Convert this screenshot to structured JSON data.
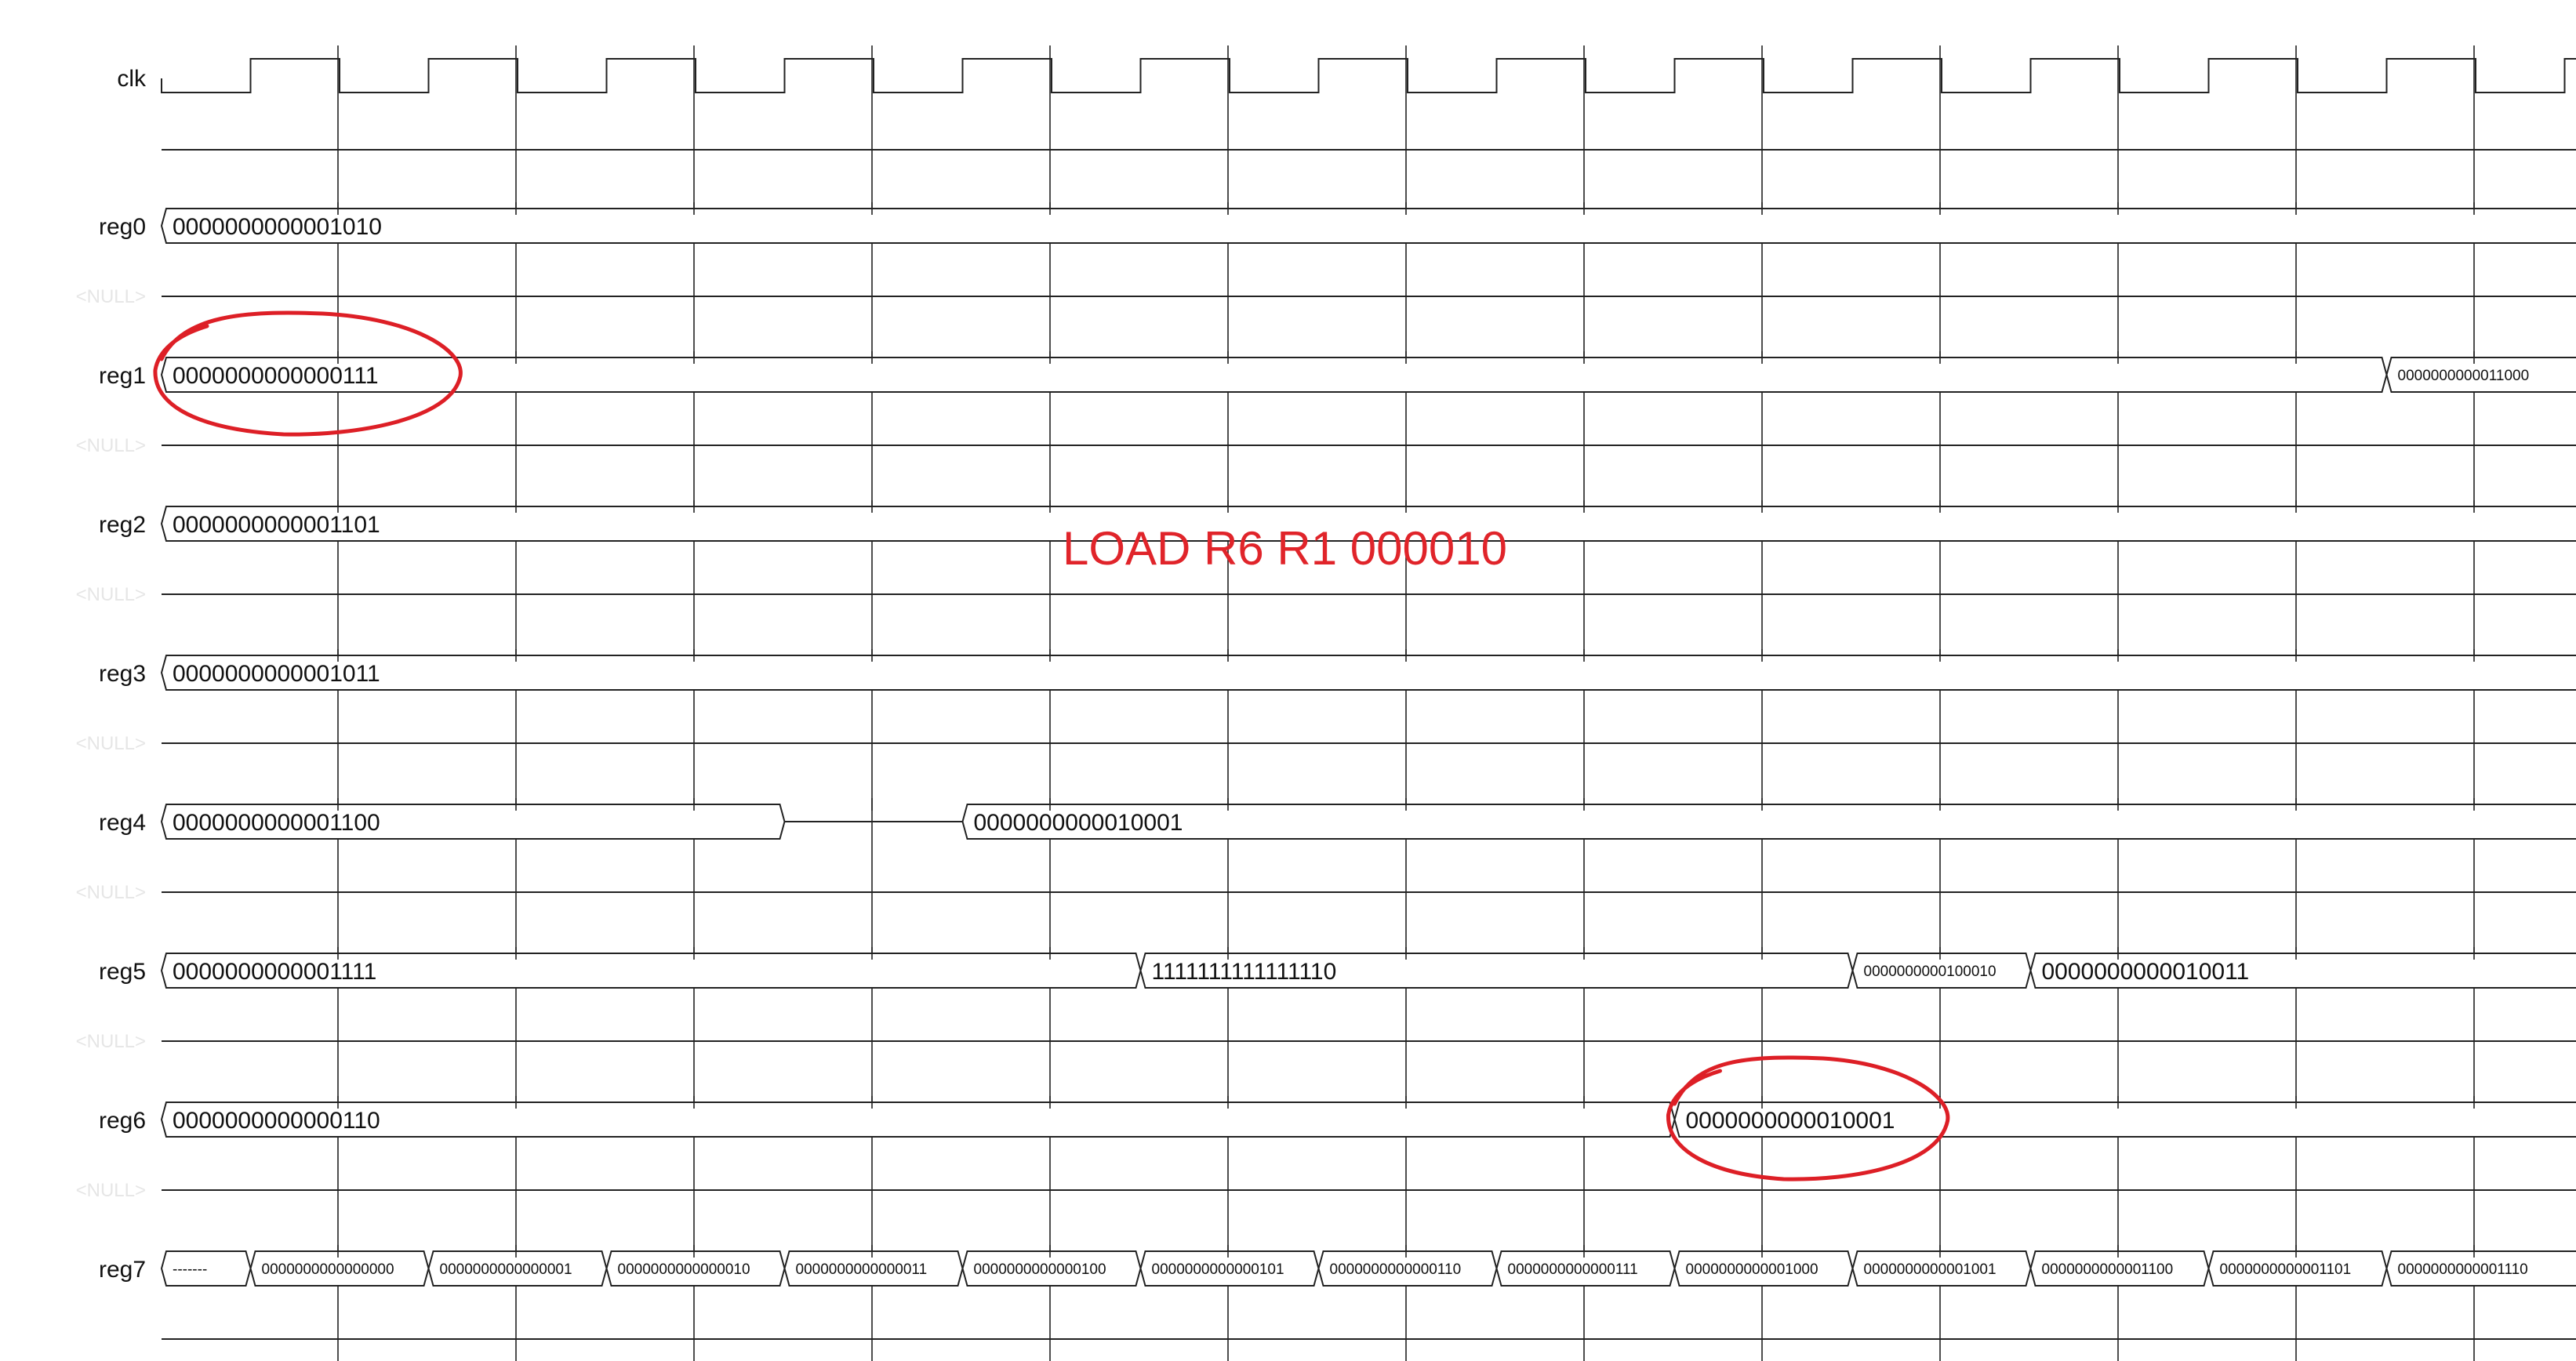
{
  "waveform": {
    "clock": {
      "name": "clk",
      "cycles": 13
    },
    "null_label": "<NULL>",
    "signals": [
      {
        "name": "reg0",
        "segments": [
          {
            "value": "0000000000001010",
            "from": 0,
            "to": 14
          }
        ]
      },
      {
        "name": "reg1",
        "segments": [
          {
            "value": "0000000000000111",
            "from": 0,
            "to": 12.5
          },
          {
            "value": "0000000000011000",
            "from": 12.5,
            "to": 14
          }
        ]
      },
      {
        "name": "reg2",
        "segments": [
          {
            "value": "0000000000001101",
            "from": 0,
            "to": 14
          }
        ]
      },
      {
        "name": "reg3",
        "segments": [
          {
            "value": "0000000000001011",
            "from": 0,
            "to": 14
          }
        ]
      },
      {
        "name": "reg4",
        "segments": [
          {
            "value": "0000000000001100",
            "from": 0,
            "to": 3.5
          },
          {
            "value": "",
            "from": 3.5,
            "to": 4.5,
            "highz": true
          },
          {
            "value": "0000000000010001",
            "from": 4.5,
            "to": 14
          }
        ]
      },
      {
        "name": "reg5",
        "segments": [
          {
            "value": "0000000000001111",
            "from": 0,
            "to": 5.5
          },
          {
            "value": "1111111111111110",
            "from": 5.5,
            "to": 9.5
          },
          {
            "value": "0000000000100010",
            "from": 9.5,
            "to": 10.5
          },
          {
            "value": "0000000000010011",
            "from": 10.5,
            "to": 14
          }
        ]
      },
      {
        "name": "reg6",
        "segments": [
          {
            "value": "0000000000000110",
            "from": 0,
            "to": 8.5
          },
          {
            "value": "0000000000010001",
            "from": 8.5,
            "to": 14
          }
        ]
      },
      {
        "name": "reg7",
        "segments": [
          {
            "value": "-------",
            "from": 0,
            "to": 0.5
          },
          {
            "value": "0000000000000000",
            "from": 0.5,
            "to": 1.5
          },
          {
            "value": "0000000000000001",
            "from": 1.5,
            "to": 2.5
          },
          {
            "value": "0000000000000010",
            "from": 2.5,
            "to": 3.5
          },
          {
            "value": "0000000000000011",
            "from": 3.5,
            "to": 4.5
          },
          {
            "value": "0000000000000100",
            "from": 4.5,
            "to": 5.5
          },
          {
            "value": "0000000000000101",
            "from": 5.5,
            "to": 6.5
          },
          {
            "value": "0000000000000110",
            "from": 6.5,
            "to": 7.5
          },
          {
            "value": "0000000000000111",
            "from": 7.5,
            "to": 8.5
          },
          {
            "value": "0000000000001000",
            "from": 8.5,
            "to": 9.5
          },
          {
            "value": "0000000000001001",
            "from": 9.5,
            "to": 10.5
          },
          {
            "value": "0000000000001100",
            "from": 10.5,
            "to": 11.5
          },
          {
            "value": "0000000000001101",
            "from": 11.5,
            "to": 12.5
          },
          {
            "value": "0000000000001110",
            "from": 12.5,
            "to": 14
          }
        ]
      }
    ],
    "annotation": {
      "text": "LOAD R6 R1 000010",
      "color": "#e0242a",
      "circled": [
        {
          "signal": "reg1",
          "segment": 0
        },
        {
          "signal": "reg6",
          "segment": 1
        }
      ]
    }
  }
}
